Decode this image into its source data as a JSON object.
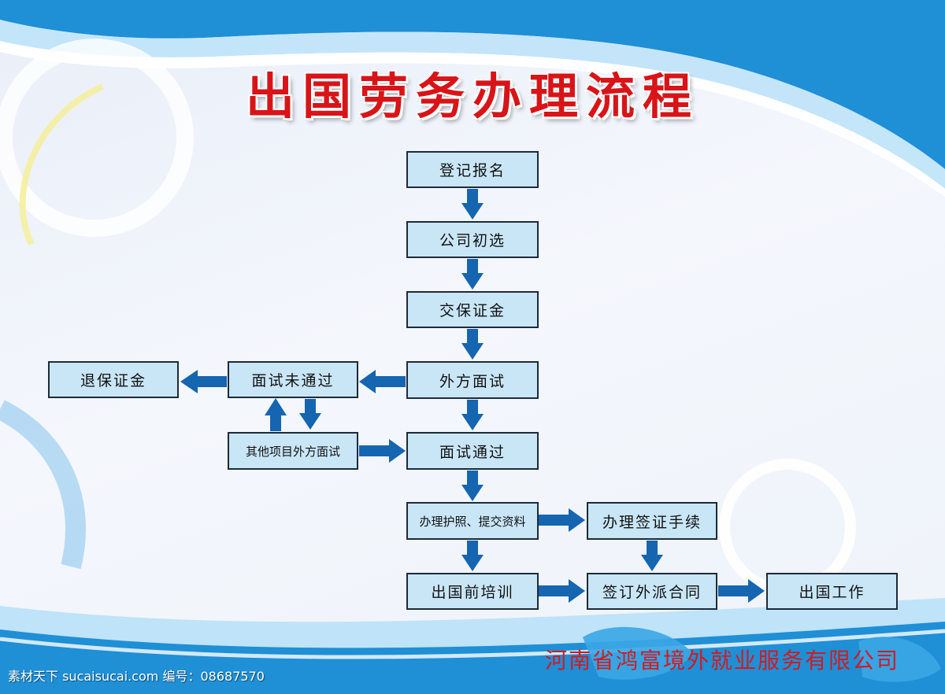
{
  "title": "出国劳务办理流程",
  "boxes": {
    "register": "登记报名",
    "company_screening": "公司初选",
    "pay_deposit": "交保证金",
    "foreign_interview": "外方面试",
    "interview_failed": "面试未通过",
    "refund_deposit": "退保证金",
    "other_project_interview": "其他项目外方面试",
    "interview_passed": "面试通过",
    "passport_docs": "办理护照、提交资料",
    "visa": "办理签证手续",
    "pre_departure_training": "出国前培训",
    "sign_contract": "签订外派合同",
    "go_abroad_work": "出国工作"
  },
  "company": "河南省鸿富境外就业服务有限公司",
  "watermark": "素材天下 sucaisucai.com  编号：08687570",
  "colors": {
    "title": "#d81418",
    "box_fill": "#c9e6f7",
    "box_border": "#1e2a38",
    "arrow": "#1565b0",
    "company": "#d41a1e",
    "wave": "#1f8fd6"
  }
}
